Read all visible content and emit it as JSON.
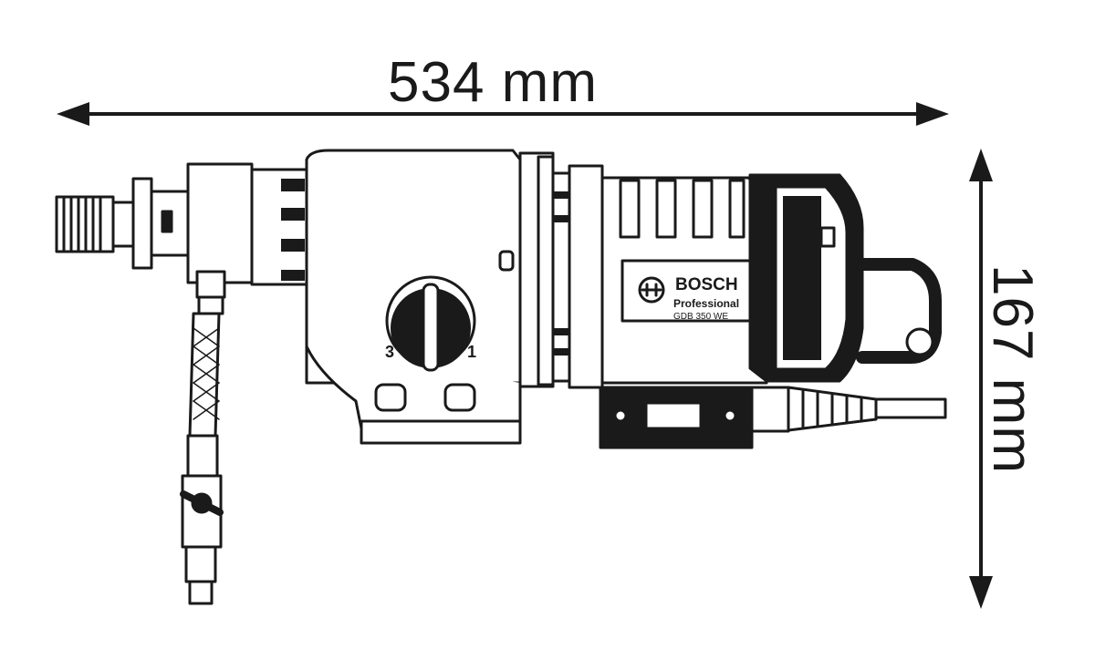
{
  "dimensions": {
    "width_label": "534 mm",
    "height_label": "167 mm"
  },
  "tool": {
    "brand": "BOSCH",
    "line": "Professional",
    "model": "GDB 350 WE",
    "speed_min": "1",
    "speed_max": "3"
  },
  "colors": {
    "ink": "#1a1a1a",
    "paper": "#ffffff"
  }
}
